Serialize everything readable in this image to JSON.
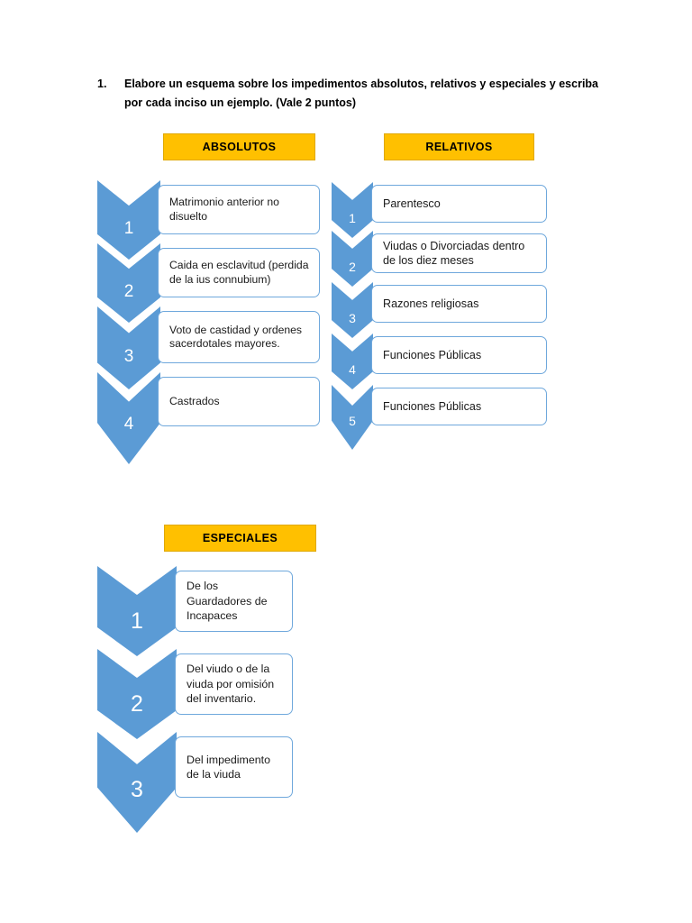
{
  "question": {
    "number": "1.",
    "text": "Elabore un esquema sobre los impedimentos absolutos, relativos y especiales y escriba por cada inciso un ejemplo. (Vale 2 puntos)"
  },
  "colors": {
    "header_fill": "#FFC000",
    "header_border": "#E0A800",
    "chevron_fill": "#5B9BD5",
    "box_border": "#6FA8DC",
    "box_fill": "#FFFFFF",
    "text": "#1A1A1A"
  },
  "sections": [
    {
      "id": "absolutos",
      "header": "ABSOLUTOS",
      "items": [
        {
          "number": "1",
          "text": "Matrimonio anterior no disuelto"
        },
        {
          "number": "2",
          "text": "Caida en esclavitud (perdida de la ius connubium)"
        },
        {
          "number": "3",
          "text": "Voto de castidad y ordenes sacerdotales mayores."
        },
        {
          "number": "4",
          "text": "Castrados"
        }
      ]
    },
    {
      "id": "relativos",
      "header": "RELATIVOS",
      "items": [
        {
          "number": "1",
          "text": "Parentesco"
        },
        {
          "number": "2",
          "text": "Viudas o Divorciadas dentro de los diez meses"
        },
        {
          "number": "3",
          "text": "Razones religiosas"
        },
        {
          "number": "4",
          "text": "Funciones Públicas"
        },
        {
          "number": "5",
          "text": "Funciones Públicas"
        }
      ]
    },
    {
      "id": "especiales",
      "header": "ESPECIALES",
      "items": [
        {
          "number": "1",
          "text": "De los Guardadores de Incapaces"
        },
        {
          "number": "2",
          "text": "Del viudo o de la viuda por omisión del inventario."
        },
        {
          "number": "3",
          "text": "Del impedimento de la viuda"
        }
      ]
    }
  ]
}
